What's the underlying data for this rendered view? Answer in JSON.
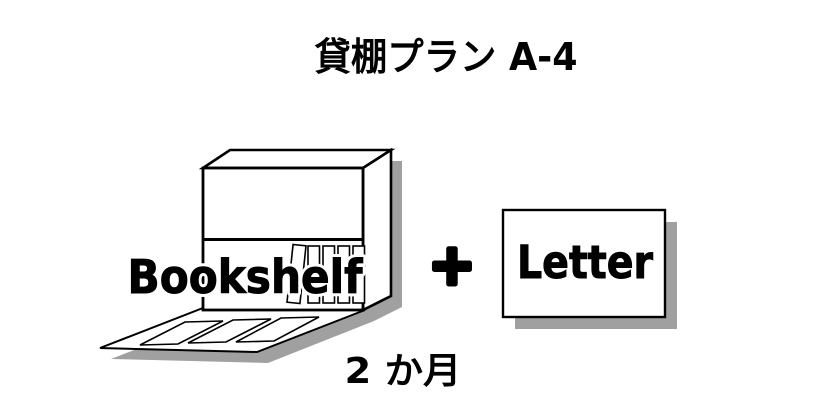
{
  "title": "貸棚プラン A-4",
  "illustration": {
    "bookshelf_label": "Bookshelf",
    "plus_symbol": "+",
    "letter_label": "Letter"
  },
  "duration_label": "2 か月",
  "colors": {
    "ink": "#000000",
    "paper": "#ffffff",
    "shadow": "#a0a0a0"
  }
}
